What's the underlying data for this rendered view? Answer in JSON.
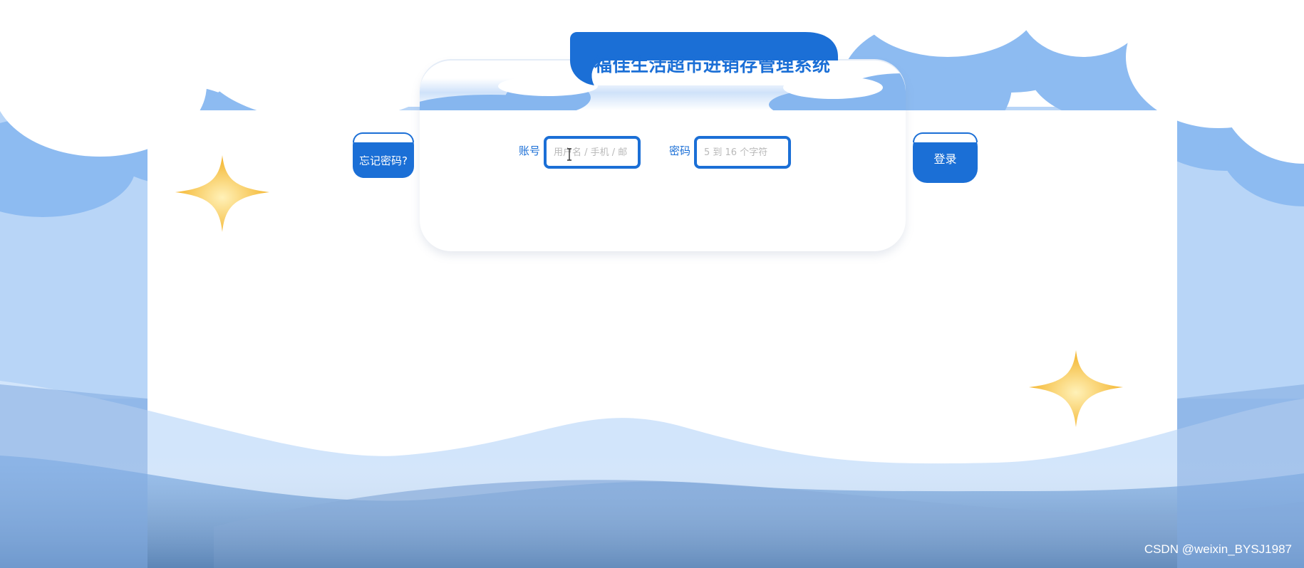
{
  "app": {
    "title": "福佳生活超市进销存管理系统"
  },
  "login_form": {
    "account_label": "账号",
    "account_placeholder": "用户名 / 手机 / 邮",
    "account_value": "",
    "password_label": "密码",
    "password_placeholder": "5 到 16 个字符",
    "password_value": ""
  },
  "buttons": {
    "forgot_password": "忘记密码?",
    "login": "登录"
  },
  "watermark": {
    "text": "CSDN @weixin_BYSJ1987"
  },
  "colors": {
    "brand_blue": "#1b6fd6",
    "sky_blue": "#7fb3f0",
    "light_blue": "#d3e6fb",
    "star_gold": "#f6c244"
  },
  "icons": {
    "cursor": "text-cursor-icon",
    "star_left": "sparkle-star-icon",
    "star_right": "sparkle-star-icon"
  }
}
